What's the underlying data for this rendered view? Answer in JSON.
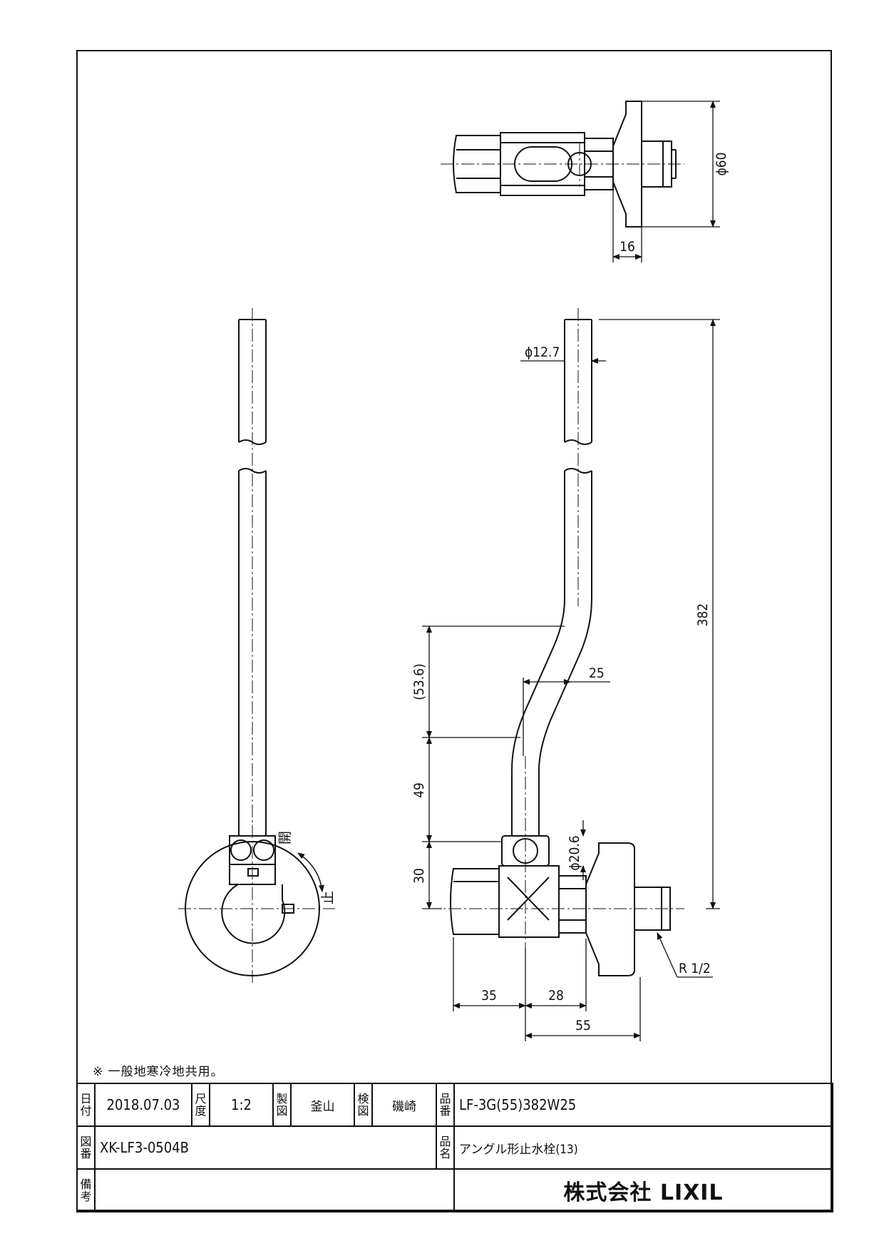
{
  "dimensions": {
    "flange_diameter": "ϕ60",
    "flange_offset": "16",
    "pipe_diameter": "ϕ12.7",
    "total_height": "382",
    "upper_rise": "(53.6)",
    "pipe_offset": "25",
    "lower_rise": "49",
    "valve_height": "30",
    "nut_diameter": "ϕ20.6",
    "thread_spec": "R 1/2",
    "body_width": "35",
    "outlet_length": "28",
    "overall_length": "55"
  },
  "handle_labels": {
    "open": "開",
    "close": "止"
  },
  "note": "※ 一般地寒冷地共用。",
  "title_block": {
    "date_label": "日付",
    "date": "2018.07.03",
    "scale_label": "尺度",
    "scale": "1:2",
    "drawn_label": "製図",
    "drawn_by": "釜山",
    "checked_label": "検図",
    "checked_by": "磯崎",
    "product_no_label": "品番",
    "product_no": "LF-3G(55)382W25",
    "drawing_no_label": "図番",
    "drawing_no": "XK-LF3-0504B",
    "product_name_label": "品名",
    "product_name": "アングル形止水栓(13)",
    "remarks_label": "備考",
    "remarks": "",
    "company": "株式会社 LIXIL"
  }
}
